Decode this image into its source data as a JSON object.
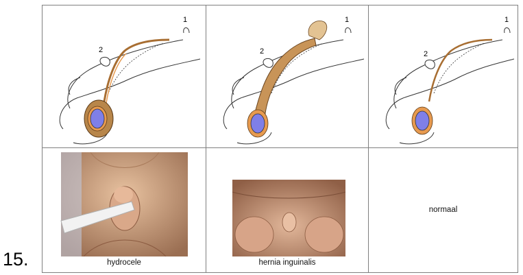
{
  "question_number": "15.",
  "labels": {
    "marker_1": "1",
    "marker_2": "2"
  },
  "captions": {
    "hydrocele": "hydrocele",
    "hernia": "hernia inguinalis",
    "normal": "normaal"
  },
  "colors": {
    "sac_brown": "#b8864a",
    "sac_fill": "#cf9c5c",
    "testis_blue": "#7f7fe8",
    "tunica_orange": "#e79a4f",
    "peritoneum_light": "#e3c393",
    "border_gray": "#7f7f7f"
  }
}
